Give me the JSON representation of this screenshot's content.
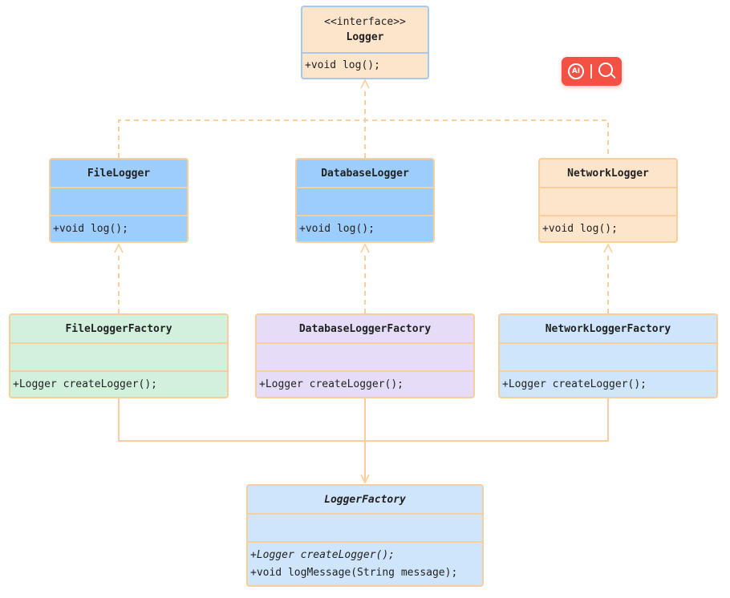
{
  "logger": {
    "stereotype": "<<interface>>",
    "name": "Logger",
    "methods": [
      "+void log();"
    ]
  },
  "file_logger": {
    "name": "FileLogger",
    "methods": [
      "+void log();"
    ]
  },
  "database_logger": {
    "name": "DatabaseLogger",
    "methods": [
      "+void log();"
    ]
  },
  "network_logger": {
    "name": "NetworkLogger",
    "methods": [
      "+void log();"
    ]
  },
  "file_logger_factory": {
    "name": "FileLoggerFactory",
    "methods": [
      "+Logger createLogger();"
    ]
  },
  "database_logger_factory": {
    "name": "DatabaseLoggerFactory",
    "methods": [
      "+Logger createLogger();"
    ]
  },
  "network_logger_factory": {
    "name": "NetworkLoggerFactory",
    "methods": [
      "+Logger createLogger();"
    ]
  },
  "logger_factory": {
    "name": "LoggerFactory",
    "methods": [
      "+Logger createLogger();",
      "+void logMessage(String message);"
    ]
  },
  "colors": {
    "edge": "#f8cf9c",
    "interface_border": "#a7c8ee",
    "peach_fill": "#fde5cc",
    "blue_fill": "#9ccdfc",
    "green_fill": "#d2f1dc",
    "lavender_fill": "#e6dcf7",
    "light_blue_fill": "#cfe5fb",
    "badge": "#f25144"
  },
  "badge": {
    "icons": [
      "ai-icon",
      "search-icon"
    ]
  }
}
